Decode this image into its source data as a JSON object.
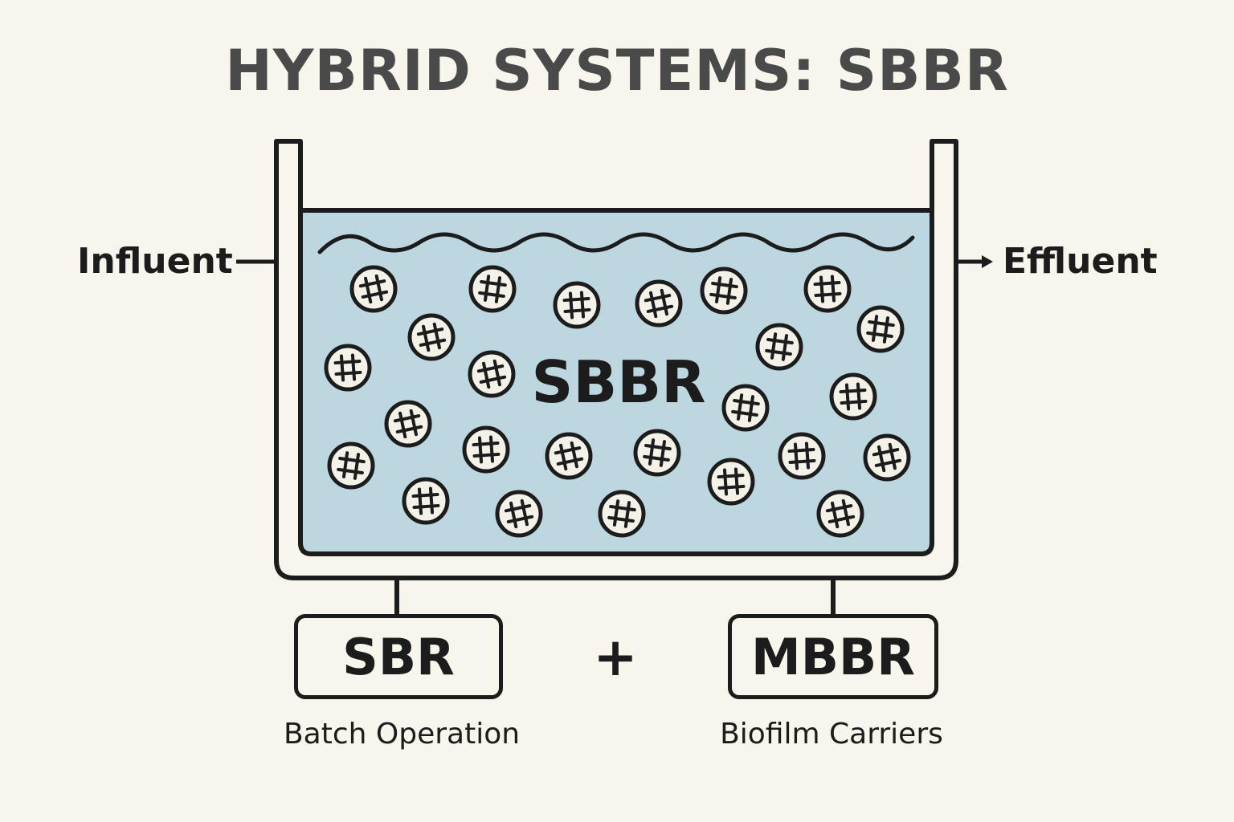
{
  "title": "HYBRID SYSTEMS: SBBR",
  "inlet_label": "Influent",
  "outlet_label": "Effluent",
  "tank_label": "SBBR",
  "components": [
    {
      "label": "SBR",
      "caption": "Batch Operation"
    },
    {
      "label": "MBBR",
      "caption": "Biofilm Carriers"
    }
  ],
  "combine_symbol": "+",
  "icons": [
    "biofilm-carrier-icon",
    "arrow-right-icon",
    "water-surface-wave"
  ],
  "colors": {
    "background": "#f8f5ec",
    "water": "#bcd7df",
    "outline": "#1c1c1c",
    "title": "#4a4a4a",
    "carrier_fill": "#f4f1e8"
  }
}
